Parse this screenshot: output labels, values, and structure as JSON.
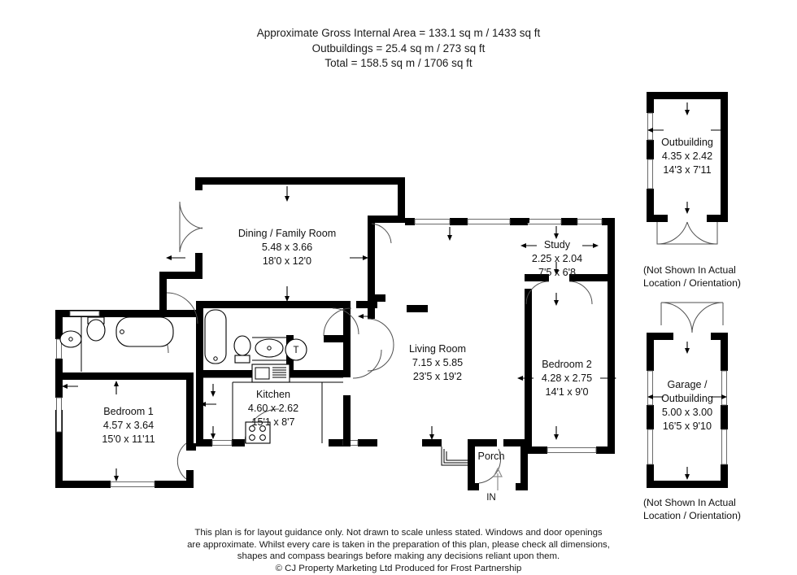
{
  "header": {
    "line1": "Approximate Gross Internal Area = 133.1 sq m / 1433 sq ft",
    "line2": "Outbuildings = 25.4 sq m / 273 sq ft",
    "line3": "Total = 158.5 sq m / 1706 sq ft"
  },
  "footer": {
    "line1": "This plan is for layout guidance only. Not drawn to scale unless stated. Windows and door openings",
    "line2": "are approximate. Whilst every care is taken in the preparation of this plan, please check all dimensions,",
    "line3": "shapes and compass bearings before making any decisions reliant upon them.",
    "line4": "© CJ Property Marketing Ltd Produced for Frost Partnership"
  },
  "rooms": [
    {
      "id": "dining",
      "name": "Dining / Family Room",
      "metric": "5.48 x 3.66",
      "imperial": "18'0 x 12'0"
    },
    {
      "id": "living",
      "name": "Living Room",
      "metric": "7.15 x 5.85",
      "imperial": "23'5 x 19'2"
    },
    {
      "id": "study",
      "name": "Study",
      "metric": "2.25 x 2.04",
      "imperial": "7'5 x 6'8"
    },
    {
      "id": "bedroom2",
      "name": "Bedroom 2",
      "metric": "4.28 x 2.75",
      "imperial": "14'1 x 9'0"
    },
    {
      "id": "bedroom1",
      "name": "Bedroom 1",
      "metric": "4.57 x 3.64",
      "imperial": "15'0 x 11'11"
    },
    {
      "id": "kitchen",
      "name": "Kitchen",
      "metric": "4.60 x 2.62",
      "imperial": "15'1 x 8'7"
    },
    {
      "id": "porch",
      "name": "Porch",
      "metric": "",
      "imperial": ""
    }
  ],
  "entrance": {
    "label": "IN"
  },
  "tank": {
    "label": "T"
  },
  "outbuildings": [
    {
      "id": "outbuilding",
      "name": "Outbuilding",
      "metric": "4.35 x 2.42",
      "imperial": "14'3 x 7'11",
      "note1": "(Not Shown In Actual",
      "note2": "Location / Orientation)"
    },
    {
      "id": "garage",
      "name_line1": "Garage /",
      "name_line2": "Outbuilding",
      "metric": "5.00 x 3.00",
      "imperial": "16'5 x 9'10",
      "note1": "(Not Shown In Actual",
      "note2": "Location / Orientation)"
    }
  ],
  "colors": {
    "wall": "#000000",
    "background": "#ffffff",
    "text": "#111111",
    "swing": "#4f4f4f"
  }
}
